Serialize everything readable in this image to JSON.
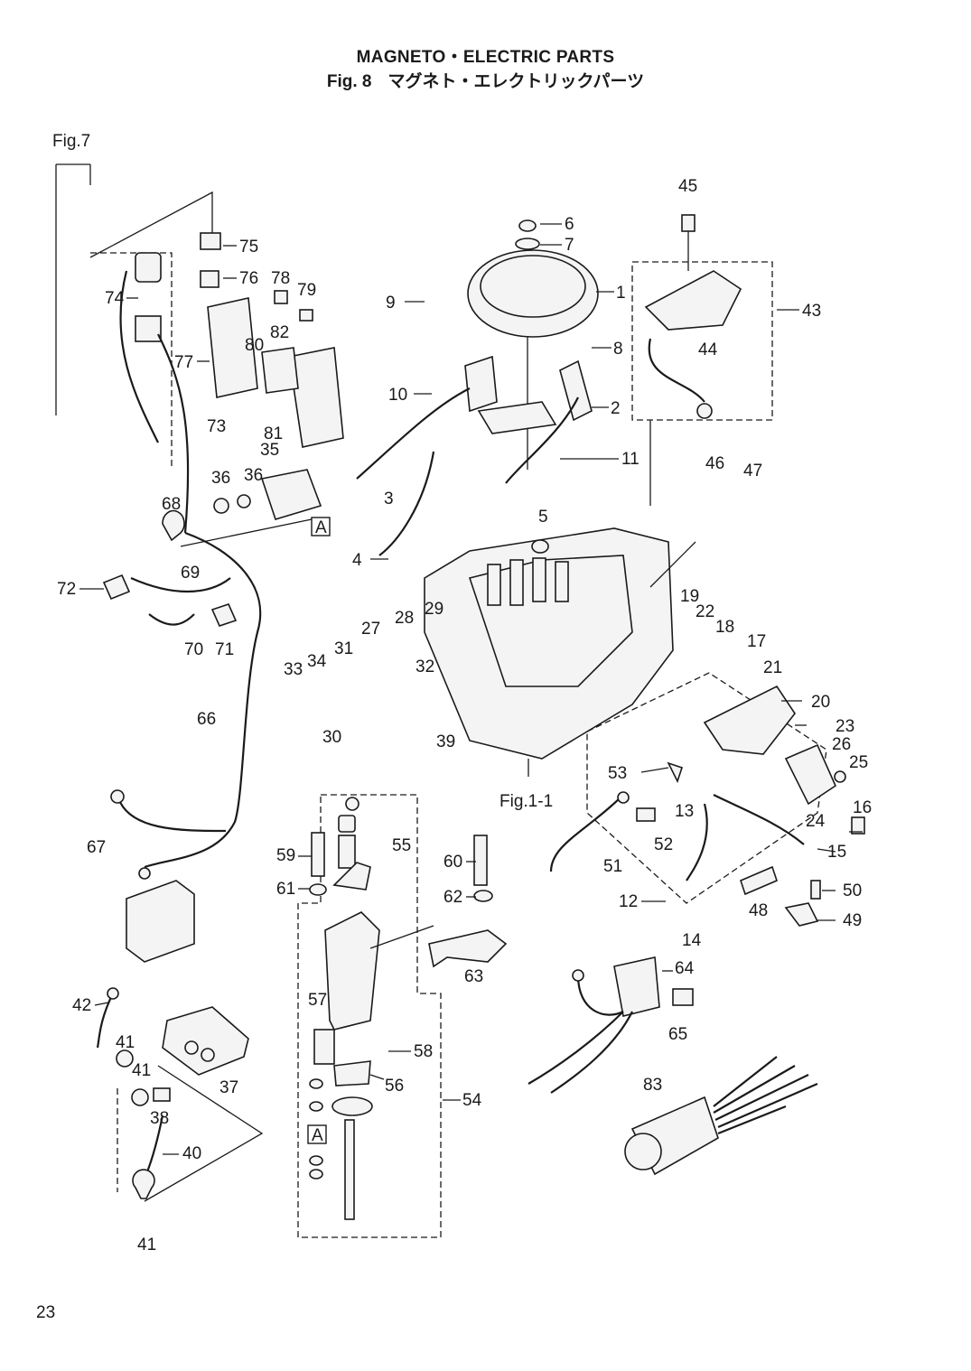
{
  "header": {
    "title": "MAGNETO・ELECTRIC PARTS",
    "fig_label": "Fig. 8",
    "subtitle_jp": "マグネト・エレクトリックパーツ"
  },
  "refs": {
    "fig7": "Fig.7",
    "fig1_1": "Fig.1-1",
    "section_a": "A"
  },
  "part_numbers": {
    "p1": "1",
    "p2": "2",
    "p3": "3",
    "p4": "4",
    "p5": "5",
    "p6": "6",
    "p7": "7",
    "p8": "8",
    "p9": "9",
    "p10": "10",
    "p11": "11",
    "p12": "12",
    "p13": "13",
    "p14": "14",
    "p15": "15",
    "p16": "16",
    "p17": "17",
    "p18": "18",
    "p19": "19",
    "p20": "20",
    "p21": "21",
    "p22": "22",
    "p23": "23",
    "p24": "24",
    "p25": "25",
    "p26": "26",
    "p27": "27",
    "p28": "28",
    "p29": "29",
    "p30": "30",
    "p31": "31",
    "p32": "32",
    "p33": "33",
    "p34": "34",
    "p35": "35",
    "p36": "36",
    "p37": "37",
    "p38": "38",
    "p39": "39",
    "p40": "40",
    "p41": "41",
    "p42": "42",
    "p43": "43",
    "p44": "44",
    "p45": "45",
    "p46": "46",
    "p47": "47",
    "p48": "48",
    "p49": "49",
    "p50": "50",
    "p51": "51",
    "p52": "52",
    "p53": "53",
    "p54": "54",
    "p55": "55",
    "p56": "56",
    "p57": "57",
    "p58": "58",
    "p59": "59",
    "p60": "60",
    "p61": "61",
    "p62": "62",
    "p63": "63",
    "p64": "64",
    "p65": "65",
    "p66": "66",
    "p67": "67",
    "p68": "68",
    "p69": "69",
    "p70": "70",
    "p71": "71",
    "p72": "72",
    "p73": "73",
    "p74": "74",
    "p75": "75",
    "p76": "76",
    "p77": "77",
    "p78": "78",
    "p79": "79",
    "p80": "80",
    "p81": "81",
    "p82": "82",
    "p83": "83"
  },
  "footer": {
    "page_number": "23"
  }
}
